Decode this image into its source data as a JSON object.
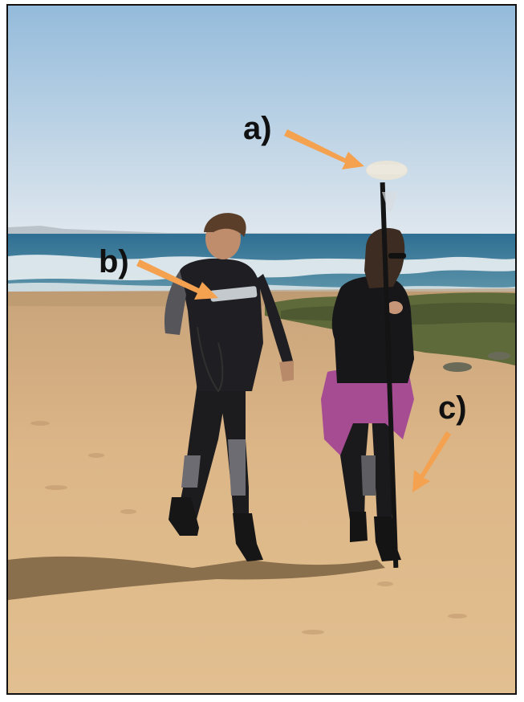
{
  "labels": {
    "a": "a)",
    "b": "b)",
    "c": "c)"
  },
  "colors": {
    "arrow": "#f4a150",
    "sky_top": "#9fc2de",
    "sky_bottom": "#dce6ee",
    "sea": "#3e7e9c",
    "sand": "#d6b084",
    "wetsuit": "#1c1c1f",
    "jacket": "#a64c93"
  },
  "icons": {
    "arrow_a": "arrow-icon",
    "arrow_b": "arrow-icon",
    "arrow_c": "arrow-icon"
  }
}
